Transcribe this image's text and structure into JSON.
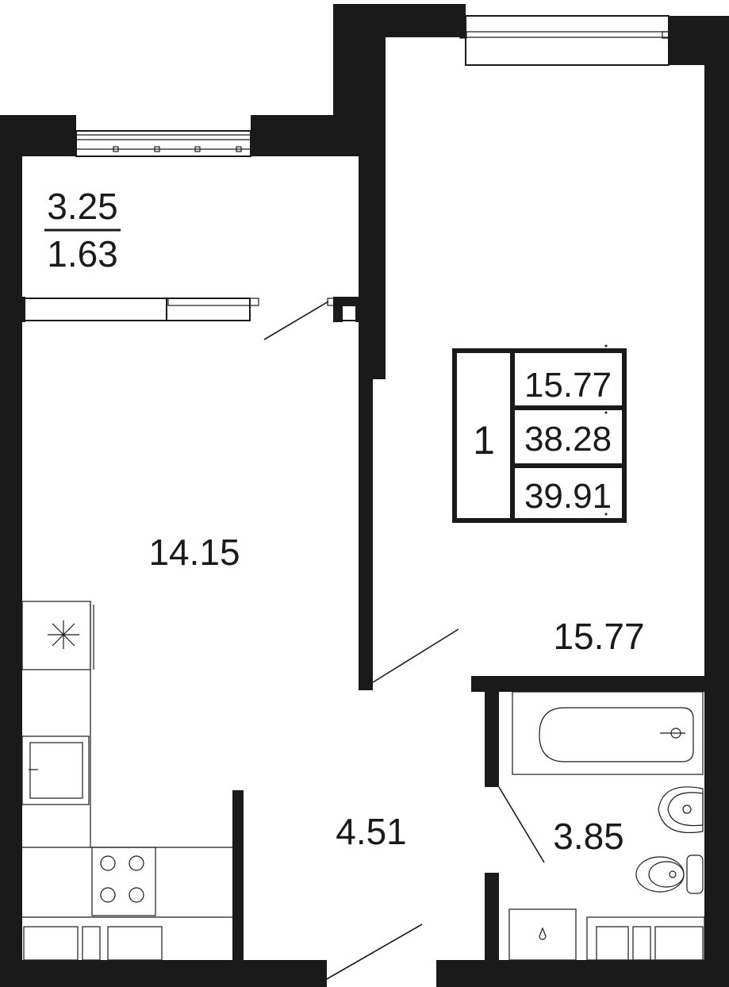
{
  "plan": {
    "colors": {
      "wall": "#1a1a1a",
      "background": "#ffffff"
    },
    "balcony": {
      "area": "3.25",
      "reduced_area": "1.63"
    },
    "rooms": {
      "kitchen_living": "14.15",
      "bedroom": "15.77",
      "hallway": "4.51",
      "bathroom": "3.85"
    },
    "summary": {
      "room_count": "1",
      "living_area": "15.77",
      "total_area": "38.28",
      "total_with_balcony": "39.91"
    },
    "fixtures": [
      "stove-icon",
      "sink-icon",
      "bathtub-icon",
      "washbasin-icon",
      "toilet-icon",
      "cooktop-icon"
    ]
  }
}
